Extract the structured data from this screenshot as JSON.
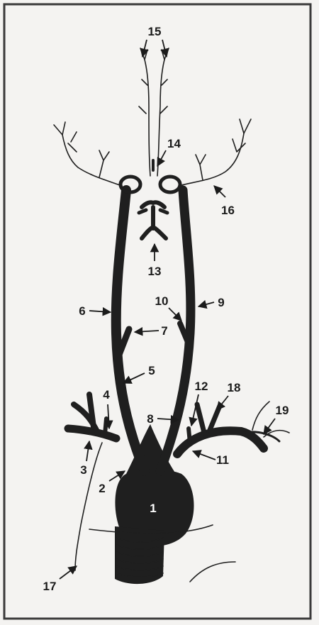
{
  "labels": {
    "l1": "1",
    "l2": "2",
    "l3": "3",
    "l4": "4",
    "l5": "5",
    "l6": "6",
    "l7": "7",
    "l8": "8",
    "l9": "9",
    "l10": "10",
    "l11": "11",
    "l12": "12",
    "l13": "13",
    "l14": "14",
    "l15": "15",
    "l16": "16",
    "l17": "17",
    "l18": "18",
    "l19": "19"
  },
  "colors": {
    "background": "#f4f3f1",
    "frame": "#3a3a3a",
    "vessel": "#1f1f1f"
  }
}
